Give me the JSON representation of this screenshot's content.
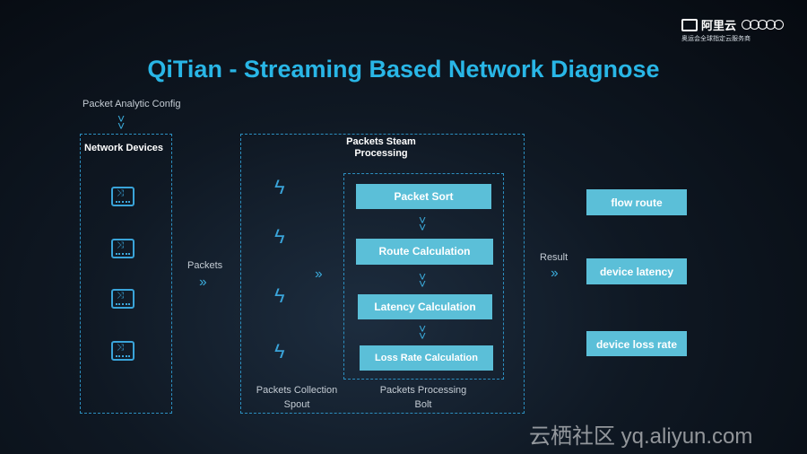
{
  "title": "QiTian - Streaming Based Network Diagnose",
  "logo": {
    "brand": "阿里云",
    "subtitle": "奥运会全球指定云服务商"
  },
  "config_label": "Packet Analytic Config",
  "network_devices": {
    "label": "Network Devices",
    "icon": "network-switch-icon",
    "count": 4
  },
  "packets_label": "Packets",
  "stream_box": {
    "label_line1": "Packets Steam",
    "label_line2": "Processing"
  },
  "spout": {
    "label_line1": "Packets Collection",
    "label_line2": "Spout",
    "icon": "lightning-bolt-icon"
  },
  "bolt": {
    "label_line1": "Packets Processing",
    "label_line2": "Bolt",
    "steps": [
      "Packet Sort",
      "Route Calculation",
      "Latency Calculation",
      "Loss Rate Calculation"
    ]
  },
  "result_label": "Result",
  "results": [
    "flow route",
    "device latency",
    "device loss rate"
  ],
  "watermark": "云栖社区 yq.aliyun.com",
  "colors": {
    "title": "#29b6e6",
    "box": "#5bbfd8",
    "accent": "#3aa4d9"
  }
}
